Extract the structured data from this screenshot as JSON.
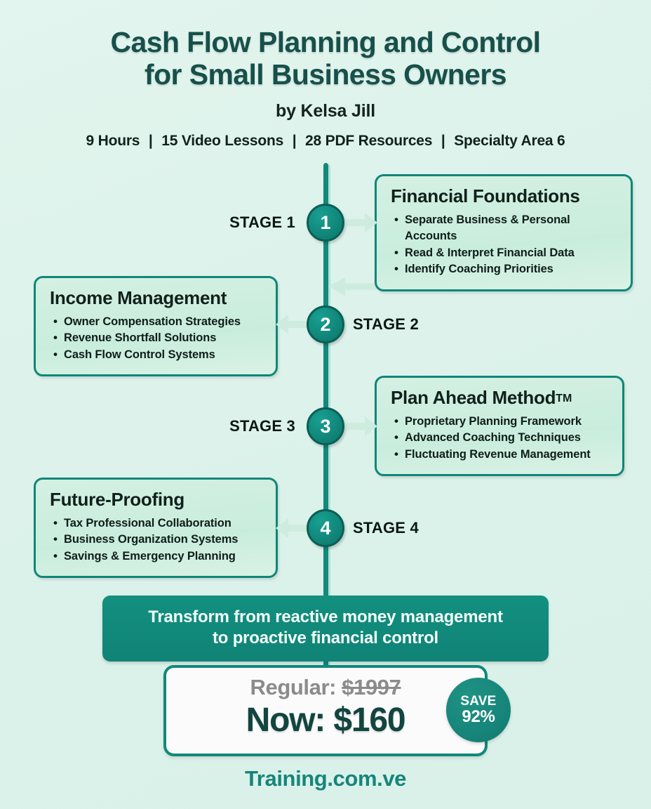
{
  "header": {
    "title_line1": "Cash Flow Planning and Control",
    "title_line2": "for Small Business Owners",
    "byline": "by Kelsa Jill",
    "meta": {
      "hours": "9 Hours",
      "lessons": "15 Video Lessons",
      "resources": "28 PDF Resources",
      "specialty": "Specialty Area 6",
      "separator": "|"
    }
  },
  "stages": [
    {
      "number": "1",
      "stage_label": "STAGE 1",
      "side": "right",
      "title": "Financial Foundations",
      "bullets": [
        "Separate Business & Personal Accounts",
        "Read & Interpret Financial Data",
        "Identify Coaching Priorities"
      ]
    },
    {
      "number": "2",
      "stage_label": "STAGE 2",
      "side": "left",
      "title": "Income Management",
      "bullets": [
        "Owner Compensation Strategies",
        "Revenue Shortfall Solutions",
        "Cash Flow Control Systems"
      ]
    },
    {
      "number": "3",
      "stage_label": "STAGE 3",
      "side": "right",
      "title": "Plan Ahead Method",
      "title_suffix": "TM",
      "bullets": [
        "Proprietary Planning Framework",
        "Advanced Coaching Techniques",
        "Fluctuating Revenue Management"
      ]
    },
    {
      "number": "4",
      "stage_label": "STAGE 4",
      "side": "left",
      "title": "Future-Proofing",
      "bullets": [
        "Tax Professional Collaboration",
        "Business Organization Systems",
        "Savings & Emergency Planning"
      ]
    }
  ],
  "banner": {
    "line1": "Transform from reactive money management",
    "line2": "to proactive financial control"
  },
  "price": {
    "regular_label": "Regular:",
    "regular_value": "$1997",
    "now_label": "Now:",
    "now_value": "$160",
    "save_word": "SAVE",
    "save_percent": "92%"
  },
  "footer": {
    "site": "Training.com.ve"
  },
  "colors": {
    "background": "#ddf3ec",
    "teal_dark": "#10867a",
    "teal_deep": "#0a5f56",
    "title_green": "#17504a",
    "box_fill": "#cdeedd",
    "arrow_mint": "#bfe7d6",
    "price_now": "#12453f",
    "regular_grey": "#8b8b8b",
    "footer_teal": "#16857b"
  }
}
